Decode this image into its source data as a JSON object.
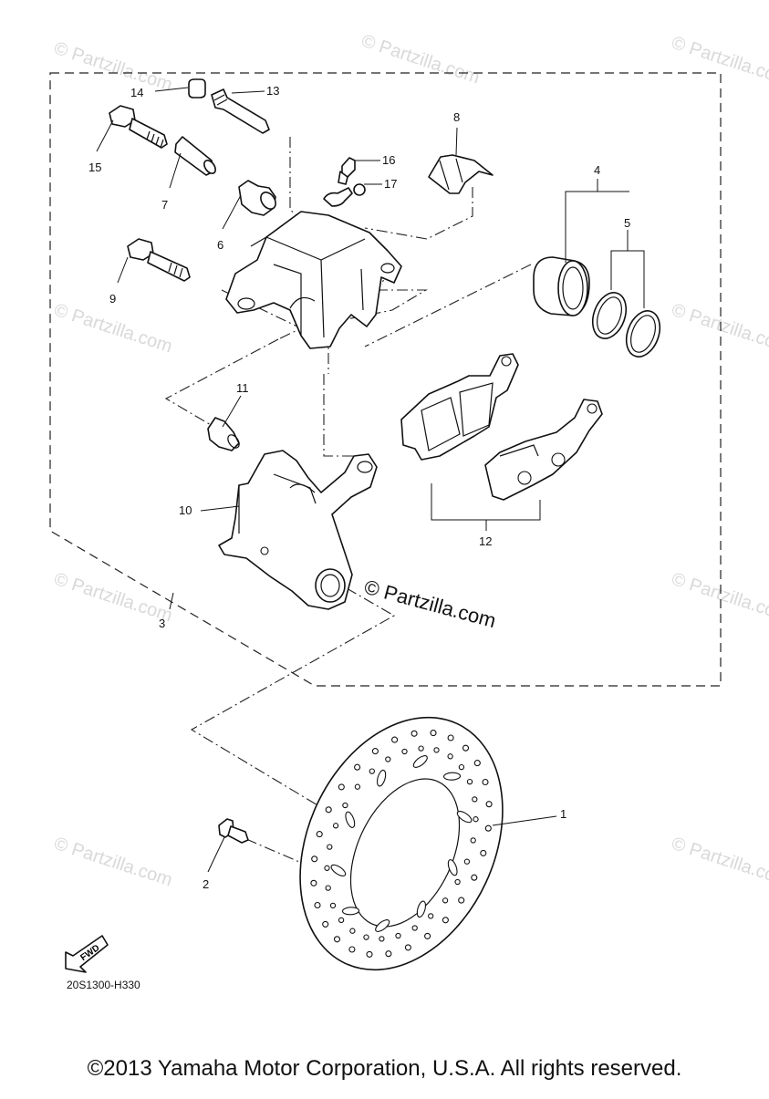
{
  "diagram_code": "20S1300-H330",
  "fwd_label": "FWD",
  "watermark": "© Partzilla.com",
  "copyright": "©2013 Yamaha Motor Corporation, U.S.A. All rights reserved.",
  "callouts": [
    "1",
    "2",
    "3",
    "4",
    "5",
    "6",
    "7",
    "8",
    "9",
    "10",
    "11",
    "12",
    "13",
    "14",
    "15",
    "16",
    "17"
  ]
}
